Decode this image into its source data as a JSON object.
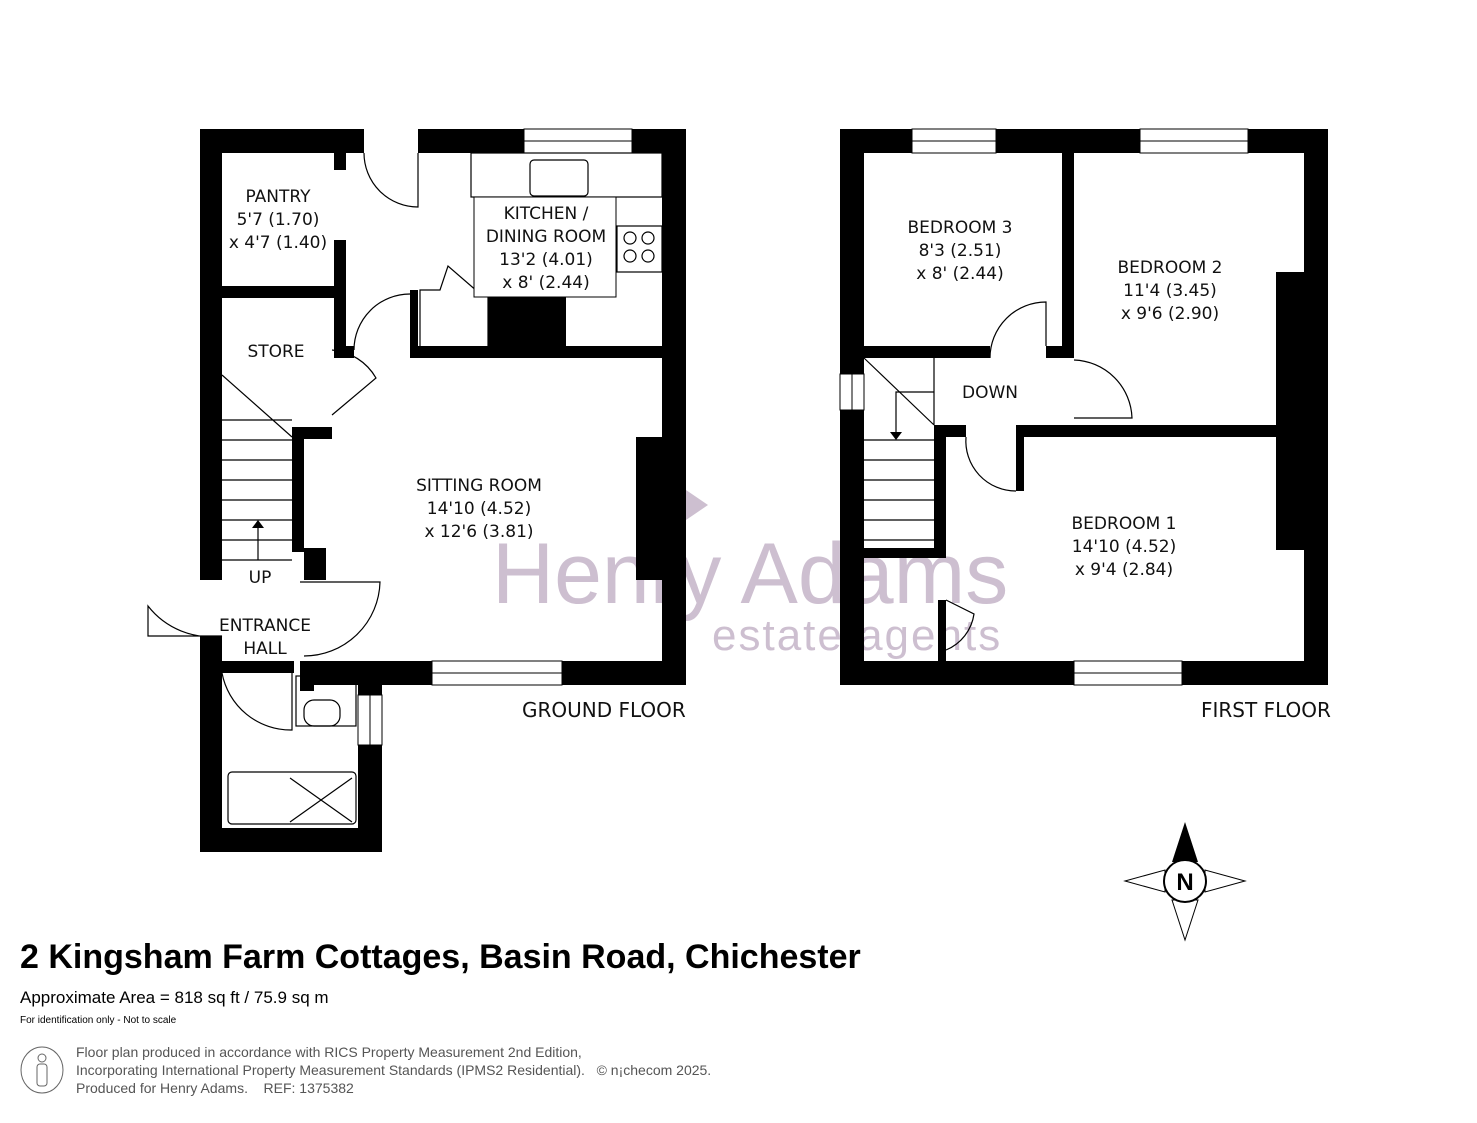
{
  "ground_floor": {
    "label": "GROUND FLOOR",
    "rooms": [
      {
        "name": "PANTRY",
        "dim1": "5'7 (1.70)",
        "dim2": "x 4'7 (1.40)"
      },
      {
        "name": "KITCHEN /",
        "name2": "DINING ROOM",
        "dim1": "13'2 (4.01)",
        "dim2": "x 8' (2.44)"
      },
      {
        "name": "STORE"
      },
      {
        "name": "SITTING ROOM",
        "dim1": "14'10 (4.52)",
        "dim2": "x 12'6 (3.81)"
      },
      {
        "name": "ENTRANCE",
        "name2": "HALL"
      }
    ],
    "stairs_label": "UP"
  },
  "first_floor": {
    "label": "FIRST FLOOR",
    "rooms": [
      {
        "name": "BEDROOM 3",
        "dim1": "8'3 (2.51)",
        "dim2": "x 8' (2.44)"
      },
      {
        "name": "BEDROOM 2",
        "dim1": "11'4 (3.45)",
        "dim2": "x 9'6 (2.90)"
      },
      {
        "name": "BEDROOM 1",
        "dim1": "14'10 (4.52)",
        "dim2": "x 9'4 (2.84)"
      }
    ],
    "stairs_label": "DOWN"
  },
  "watermark": {
    "line1": "Henry Adams",
    "line2": "estate agents",
    "color": "#cdbfd0"
  },
  "compass": {
    "label": "N"
  },
  "footer": {
    "title": "2 Kingsham Farm Cottages, Basin Road, Chichester",
    "area": "Approximate Area = 818 sq ft / 75.9 sq m",
    "note": "For identification only - Not to scale",
    "credit1": "Floor plan produced in accordance with RICS Property Measurement 2nd Edition,",
    "credit2": "Incorporating International Property Measurement Standards (IPMS2 Residential).",
    "copyright": "© n¡checom 2025.",
    "credit3": "Produced for Henry Adams.    REF: 1375382"
  }
}
